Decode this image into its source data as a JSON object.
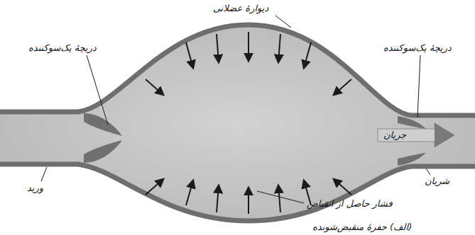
{
  "diagram": {
    "caption": "(الف) حفرهٔ منقبض‌شونده",
    "labels": [
      "دیوارهٔ عضلانی",
      "دریچهٔ یک‌سوکننده",
      "دریچهٔ یک‌سوکننده",
      "جریان",
      "ورید",
      "شریان",
      "فشار حاصل از انقباض"
    ]
  }
}
